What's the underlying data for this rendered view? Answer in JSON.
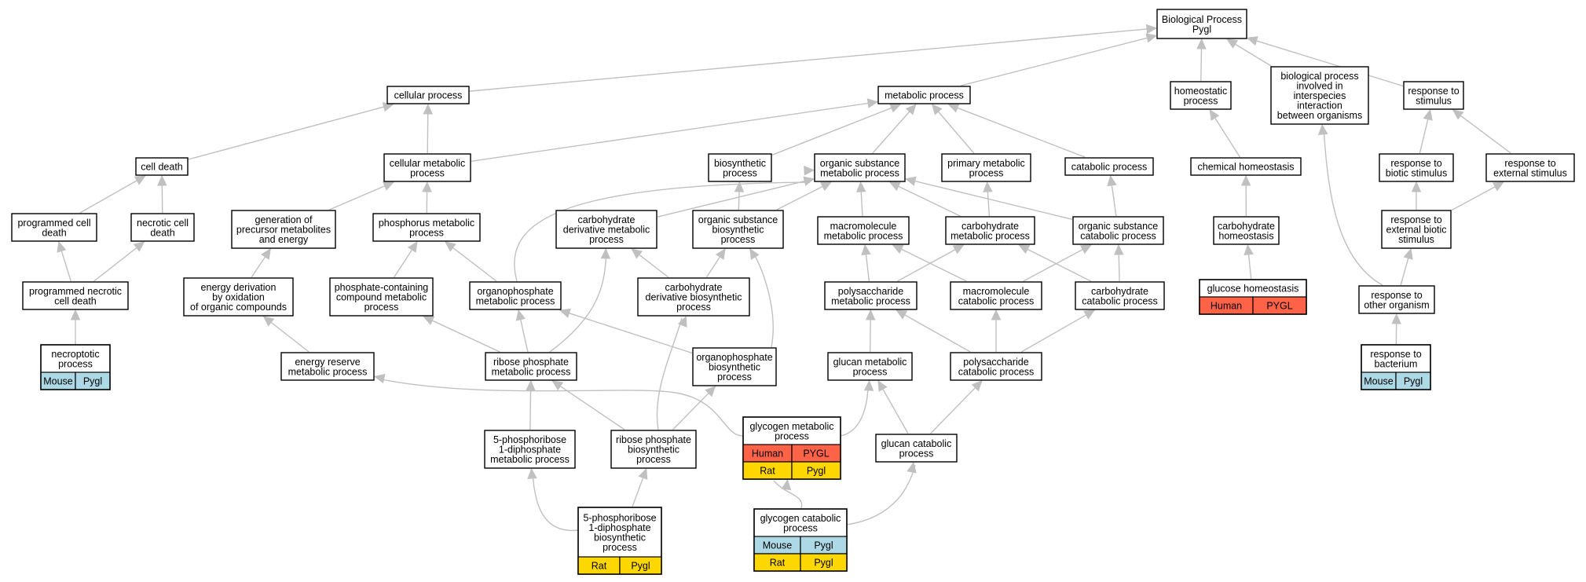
{
  "diagram": {
    "colors": {
      "mouse": "#add8e6",
      "human": "#ff6347",
      "rat": "#ffd700",
      "edge": "#c0c0c0"
    },
    "nodes": [
      {
        "id": "bp",
        "lines": [
          "Biological Process",
          "Pygl"
        ]
      },
      {
        "id": "cellular",
        "lines": [
          "cellular process"
        ]
      },
      {
        "id": "metabolic",
        "lines": [
          "metabolic process"
        ]
      },
      {
        "id": "homeostatic",
        "lines": [
          "homeostatic",
          "process"
        ]
      },
      {
        "id": "interspecies",
        "lines": [
          "biological process",
          "involved in",
          "interspecies",
          "interaction",
          "between organisms"
        ]
      },
      {
        "id": "resp_stim",
        "lines": [
          "response to",
          "stimulus"
        ]
      },
      {
        "id": "cell_death",
        "lines": [
          "cell death"
        ]
      },
      {
        "id": "cell_metab",
        "lines": [
          "cellular metabolic",
          "process"
        ]
      },
      {
        "id": "biosynth",
        "lines": [
          "biosynthetic",
          "process"
        ]
      },
      {
        "id": "org_sub_metab",
        "lines": [
          "organic substance",
          "metabolic process"
        ]
      },
      {
        "id": "primary_metab",
        "lines": [
          "primary metabolic",
          "process"
        ]
      },
      {
        "id": "catabolic",
        "lines": [
          "catabolic process"
        ]
      },
      {
        "id": "chem_homeo",
        "lines": [
          "chemical homeostasis"
        ]
      },
      {
        "id": "resp_biotic",
        "lines": [
          "response to",
          "biotic stimulus"
        ]
      },
      {
        "id": "resp_ext",
        "lines": [
          "response to",
          "external stimulus"
        ]
      },
      {
        "id": "prog_death",
        "lines": [
          "programmed cell",
          "death"
        ]
      },
      {
        "id": "necrotic_death",
        "lines": [
          "necrotic cell",
          "death"
        ]
      },
      {
        "id": "gen_precursor",
        "lines": [
          "generation of",
          "precursor metabolites",
          "and energy"
        ]
      },
      {
        "id": "phos_metab",
        "lines": [
          "phosphorus metabolic",
          "process"
        ]
      },
      {
        "id": "carb_deriv_metab",
        "lines": [
          "carbohydrate",
          "derivative metabolic",
          "process"
        ]
      },
      {
        "id": "org_sub_biosynth",
        "lines": [
          "organic substance",
          "biosynthetic",
          "process"
        ]
      },
      {
        "id": "macromol_metab",
        "lines": [
          "macromolecule",
          "metabolic process"
        ]
      },
      {
        "id": "carb_metab",
        "lines": [
          "carbohydrate",
          "metabolic process"
        ]
      },
      {
        "id": "org_sub_catab",
        "lines": [
          "organic substance",
          "catabolic process"
        ]
      },
      {
        "id": "carb_homeo",
        "lines": [
          "carbohydrate",
          "homeostasis"
        ]
      },
      {
        "id": "resp_ext_biotic",
        "lines": [
          "response to",
          "external biotic",
          "stimulus"
        ]
      },
      {
        "id": "prog_necrotic",
        "lines": [
          "programmed necrotic",
          "cell death"
        ]
      },
      {
        "id": "energy_deriv",
        "lines": [
          "energy derivation",
          "by oxidation",
          "of organic compounds"
        ]
      },
      {
        "id": "phos_contain",
        "lines": [
          "phosphate-containing",
          "compound metabolic",
          "process"
        ]
      },
      {
        "id": "organophos_metab",
        "lines": [
          "organophosphate",
          "metabolic process"
        ]
      },
      {
        "id": "carb_deriv_biosynth",
        "lines": [
          "carbohydrate",
          "derivative biosynthetic",
          "process"
        ]
      },
      {
        "id": "polysacch_metab",
        "lines": [
          "polysaccharide",
          "metabolic process"
        ]
      },
      {
        "id": "macromol_catab",
        "lines": [
          "macromolecule",
          "catabolic process"
        ]
      },
      {
        "id": "carb_catab",
        "lines": [
          "carbohydrate",
          "catabolic process"
        ]
      },
      {
        "id": "glucose_homeo",
        "lines": [
          "glucose homeostasis"
        ],
        "genes": [
          [
            {
              "org": "Human",
              "gene": "PYGL"
            }
          ]
        ]
      },
      {
        "id": "resp_other_org",
        "lines": [
          "response to",
          "other organism"
        ]
      },
      {
        "id": "necroptotic",
        "lines": [
          "necroptotic",
          "process"
        ],
        "genes": [
          [
            {
              "org": "Mouse",
              "gene": "Pygl"
            }
          ]
        ]
      },
      {
        "id": "energy_reserve",
        "lines": [
          "energy reserve",
          "metabolic process"
        ]
      },
      {
        "id": "ribose_phos_metab",
        "lines": [
          "ribose phosphate",
          "metabolic process"
        ]
      },
      {
        "id": "organophos_biosynth",
        "lines": [
          "organophosphate",
          "biosynthetic",
          "process"
        ]
      },
      {
        "id": "glucan_metab",
        "lines": [
          "glucan metabolic",
          "process"
        ]
      },
      {
        "id": "polysacch_catab",
        "lines": [
          "polysaccharide",
          "catabolic process"
        ]
      },
      {
        "id": "resp_bacterium",
        "lines": [
          "response to",
          "bacterium"
        ],
        "genes": [
          [
            {
              "org": "Mouse",
              "gene": "Pygl"
            }
          ]
        ]
      },
      {
        "id": "prpp_metab",
        "lines": [
          "5-phosphoribose",
          "1-diphosphate",
          "metabolic process"
        ]
      },
      {
        "id": "ribose_phos_biosynth",
        "lines": [
          "ribose phosphate",
          "biosynthetic",
          "process"
        ]
      },
      {
        "id": "glycogen_metab",
        "lines": [
          "glycogen metabolic",
          "process"
        ],
        "genes": [
          [
            {
              "org": "Human",
              "gene": "PYGL"
            }
          ],
          [
            {
              "org": "Rat",
              "gene": "Pygl"
            }
          ]
        ]
      },
      {
        "id": "glucan_catab",
        "lines": [
          "glucan catabolic",
          "process"
        ]
      },
      {
        "id": "prpp_biosynth",
        "lines": [
          "5-phosphoribose",
          "1-diphosphate",
          "biosynthetic",
          "process"
        ],
        "genes": [
          [
            {
              "org": "Rat",
              "gene": "Pygl"
            }
          ]
        ]
      },
      {
        "id": "glycogen_catab",
        "lines": [
          "glycogen catabolic",
          "process"
        ],
        "genes": [
          [
            {
              "org": "Mouse",
              "gene": "Pygl"
            }
          ],
          [
            {
              "org": "Rat",
              "gene": "Pygl"
            }
          ]
        ]
      }
    ],
    "edges": [
      [
        "cellular",
        "bp"
      ],
      [
        "metabolic",
        "bp"
      ],
      [
        "homeostatic",
        "bp"
      ],
      [
        "interspecies",
        "bp"
      ],
      [
        "resp_stim",
        "bp"
      ],
      [
        "cell_death",
        "cellular"
      ],
      [
        "cell_metab",
        "cellular"
      ],
      [
        "cell_metab",
        "metabolic"
      ],
      [
        "biosynth",
        "metabolic"
      ],
      [
        "org_sub_metab",
        "metabolic"
      ],
      [
        "primary_metab",
        "metabolic"
      ],
      [
        "catabolic",
        "metabolic"
      ],
      [
        "chem_homeo",
        "homeostatic"
      ],
      [
        "resp_biotic",
        "resp_stim"
      ],
      [
        "resp_ext",
        "resp_stim"
      ],
      [
        "prog_death",
        "cell_death"
      ],
      [
        "necrotic_death",
        "cell_death"
      ],
      [
        "gen_precursor",
        "cell_metab"
      ],
      [
        "phos_metab",
        "cell_metab"
      ],
      [
        "carb_deriv_metab",
        "org_sub_metab"
      ],
      [
        "org_sub_biosynth",
        "biosynth"
      ],
      [
        "org_sub_biosynth",
        "org_sub_metab"
      ],
      [
        "macromol_metab",
        "org_sub_metab"
      ],
      [
        "carb_metab",
        "org_sub_metab"
      ],
      [
        "carb_metab",
        "primary_metab"
      ],
      [
        "org_sub_catab",
        "org_sub_metab"
      ],
      [
        "org_sub_catab",
        "catabolic"
      ],
      [
        "carb_homeo",
        "chem_homeo"
      ],
      [
        "resp_ext_biotic",
        "resp_biotic"
      ],
      [
        "resp_ext_biotic",
        "resp_ext"
      ],
      [
        "prog_necrotic",
        "prog_death"
      ],
      [
        "prog_necrotic",
        "necrotic_death"
      ],
      [
        "energy_deriv",
        "gen_precursor"
      ],
      [
        "phos_contain",
        "phos_metab"
      ],
      [
        "organophos_metab",
        "phos_metab"
      ],
      [
        "organophos_metab",
        "org_sub_metab"
      ],
      [
        "carb_deriv_biosynth",
        "carb_deriv_metab"
      ],
      [
        "carb_deriv_biosynth",
        "org_sub_biosynth"
      ],
      [
        "polysacch_metab",
        "macromol_metab"
      ],
      [
        "polysacch_metab",
        "carb_metab"
      ],
      [
        "macromol_catab",
        "macromol_metab"
      ],
      [
        "macromol_catab",
        "org_sub_catab"
      ],
      [
        "carb_catab",
        "carb_metab"
      ],
      [
        "carb_catab",
        "org_sub_catab"
      ],
      [
        "glucose_homeo",
        "carb_homeo"
      ],
      [
        "resp_other_org",
        "resp_ext_biotic"
      ],
      [
        "resp_other_org",
        "interspecies"
      ],
      [
        "necroptotic",
        "prog_necrotic"
      ],
      [
        "energy_reserve",
        "energy_deriv"
      ],
      [
        "ribose_phos_metab",
        "phos_contain"
      ],
      [
        "ribose_phos_metab",
        "organophos_metab"
      ],
      [
        "ribose_phos_metab",
        "carb_deriv_metab"
      ],
      [
        "organophos_biosynth",
        "organophos_metab"
      ],
      [
        "organophos_biosynth",
        "org_sub_biosynth"
      ],
      [
        "glucan_metab",
        "polysacch_metab"
      ],
      [
        "polysacch_catab",
        "polysacch_metab"
      ],
      [
        "polysacch_catab",
        "macromol_catab"
      ],
      [
        "polysacch_catab",
        "carb_catab"
      ],
      [
        "resp_bacterium",
        "resp_other_org"
      ],
      [
        "prpp_metab",
        "ribose_phos_metab"
      ],
      [
        "ribose_phos_biosynth",
        "ribose_phos_metab"
      ],
      [
        "ribose_phos_biosynth",
        "organophos_biosynth"
      ],
      [
        "ribose_phos_biosynth",
        "carb_deriv_biosynth"
      ],
      [
        "glycogen_metab",
        "energy_reserve"
      ],
      [
        "glycogen_metab",
        "glucan_metab"
      ],
      [
        "glucan_catab",
        "glucan_metab"
      ],
      [
        "glucan_catab",
        "polysacch_catab"
      ],
      [
        "prpp_biosynth",
        "prpp_metab"
      ],
      [
        "prpp_biosynth",
        "ribose_phos_biosynth"
      ],
      [
        "glycogen_catab",
        "glycogen_metab"
      ],
      [
        "glycogen_catab",
        "glucan_catab"
      ]
    ]
  }
}
